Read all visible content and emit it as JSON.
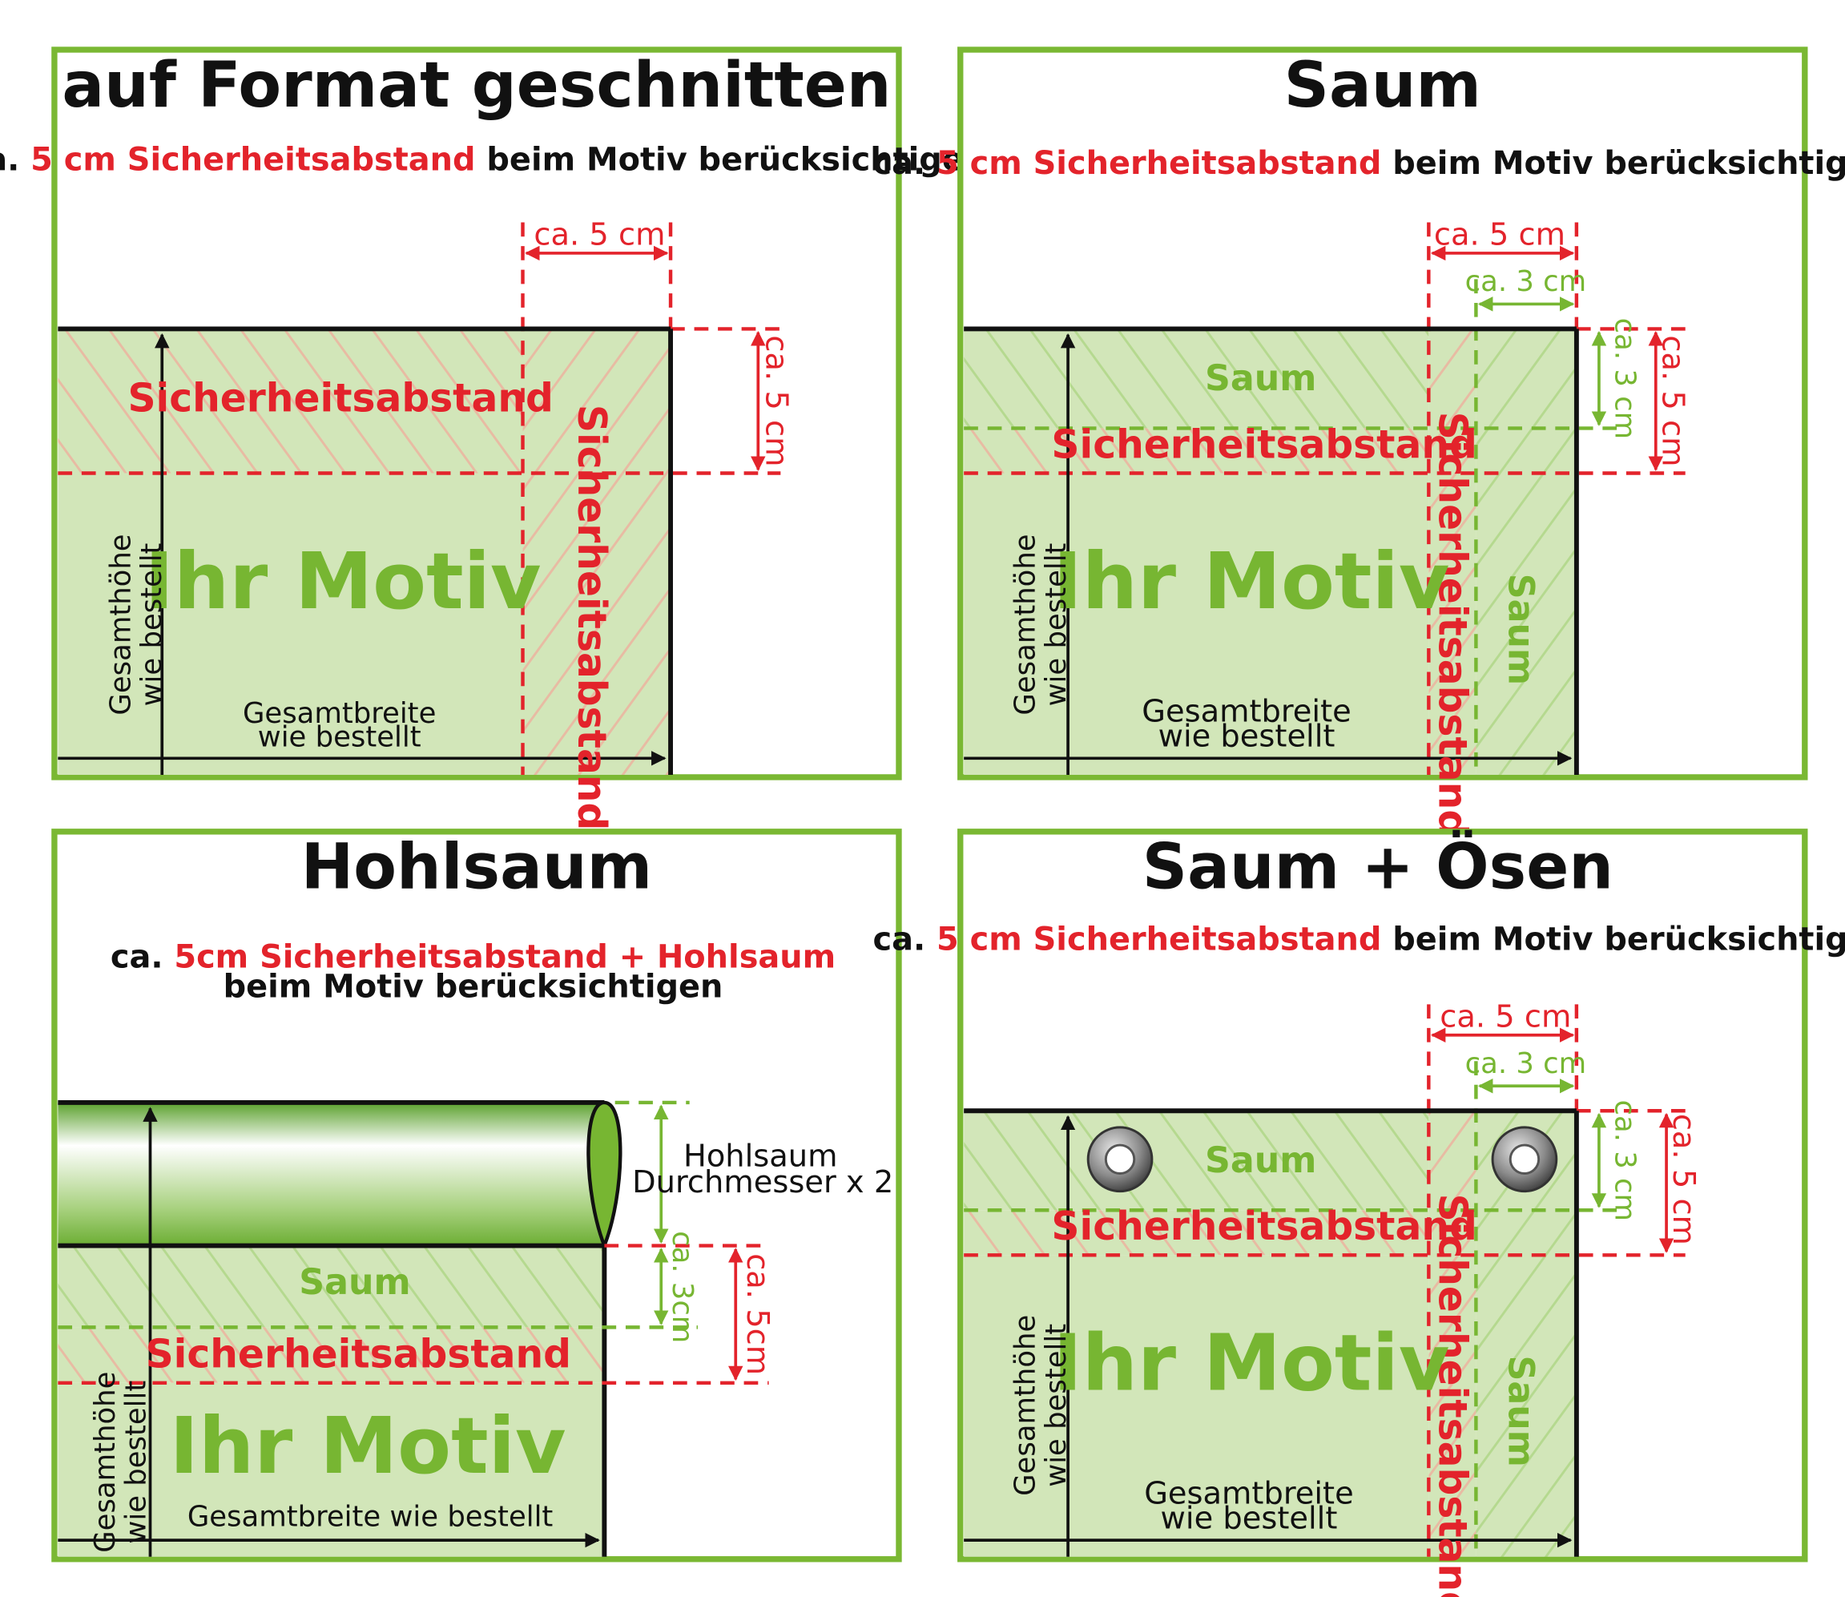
{
  "colors": {
    "panel_border": "#7ab833",
    "fill": "#d2e6b9",
    "hatch_red": "#e8bba3",
    "hatch_green": "#b5d98f",
    "red": "#e3232b",
    "green": "#77b632",
    "black": "#111111"
  },
  "panels": {
    "cut": {
      "title": "auf Format geschnitten",
      "subtitle_pre": "ca. ",
      "subtitle_red": "5 cm Sicherheitsabstand",
      "subtitle_post": " beim Motiv berücksichtigen",
      "dim_width": "ca. 5 cm",
      "dim_height": "ca. 5 cm",
      "label_top": "Sicherheitsabstand",
      "label_side": "Sicherheitsabstand",
      "motiv": "Ihr Motiv",
      "height_line1": "Gesamthöhe",
      "height_line2": "wie bestellt",
      "width_line1": "Gesamtbreite",
      "width_line2": "wie bestellt"
    },
    "saum": {
      "title": "Saum",
      "subtitle_pre": "ca. ",
      "subtitle_red": "5 cm Sicherheitsabstand",
      "subtitle_post": " beim Motiv berücksichtigen",
      "dim_width_red": "ca. 5 cm",
      "dim_width_green": "ca. 3 cm",
      "dim_height_green": "ca. 3 cm",
      "dim_height_red": "ca. 5 cm",
      "label_saum_top": "Saum",
      "label_top": "Sicherheitsabstand",
      "label_side": "Sicherheitsabstand",
      "label_saum_side": "Saum",
      "motiv": "Ihr Motiv",
      "height_line1": "Gesamthöhe",
      "height_line2": "wie bestellt",
      "width_line1": "Gesamtbreite",
      "width_line2": "wie bestellt"
    },
    "hohlsaum": {
      "title": "Hohlsaum",
      "subtitle_pre": "ca. ",
      "subtitle_red": "5cm Sicherheitsabstand + Hohlsaum",
      "subtitle_line2": "beim Motiv berücksichtigen",
      "tube_line1": "Hohlsaum",
      "tube_line2": "Durchmesser x 2",
      "dim_height_green": "ca. 3cm",
      "dim_height_red": "ca. 5cm",
      "label_saum": "Saum",
      "label_safety": "Sicherheitsabstand",
      "motiv": "Ihr Motiv",
      "height_line1": "Gesamthöhe",
      "height_line2": "wie bestellt",
      "width_label": "Gesamtbreite wie bestellt"
    },
    "oesen": {
      "title": "Saum + Ösen",
      "subtitle_pre": "ca. ",
      "subtitle_red": "5 cm Sicherheitsabstand",
      "subtitle_post": " beim Motiv berücksichtigen",
      "dim_width_red": "ca. 5 cm",
      "dim_width_green": "ca. 3 cm",
      "dim_height_green": "ca. 3 cm",
      "dim_height_red": "ca. 5 cm",
      "label_saum_top": "Saum",
      "label_top": "Sicherheitsabstand",
      "label_side": "Sicherheitsabstand",
      "label_saum_side": "Saum",
      "motiv": "Ihr Motiv",
      "height_line1": "Gesamthöhe",
      "height_line2": "wie bestellt",
      "width_line1": "Gesamtbreite",
      "width_line2": "wie bestellt"
    }
  }
}
